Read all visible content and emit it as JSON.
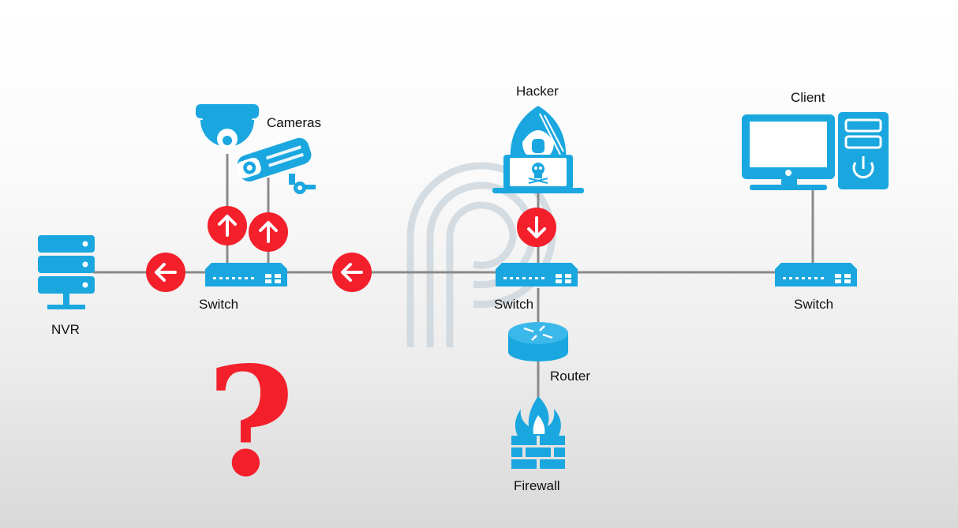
{
  "labels": {
    "cameras": "Cameras",
    "hacker": "Hacker",
    "client": "Client",
    "nvr": "NVR",
    "switch_left": "Switch",
    "switch_mid": "Switch",
    "switch_right": "Switch",
    "router": "Router",
    "firewall": "Firewall"
  },
  "question_mark": "?",
  "colors": {
    "device": "#1aa7e0",
    "arrow": "#f3202b",
    "link": "#8a8a8a",
    "watermark": "#c9d4dc"
  },
  "icons": {
    "nvr": "server-stack-icon",
    "cameras": "security-camera-icon",
    "hacker": "hooded-hacker-icon",
    "client": "desktop-computer-icon",
    "switch": "network-switch-icon",
    "router": "router-icon",
    "firewall": "firewall-icon",
    "arrow": "circle-arrow-icon",
    "watermark": "logo-watermark-icon"
  }
}
